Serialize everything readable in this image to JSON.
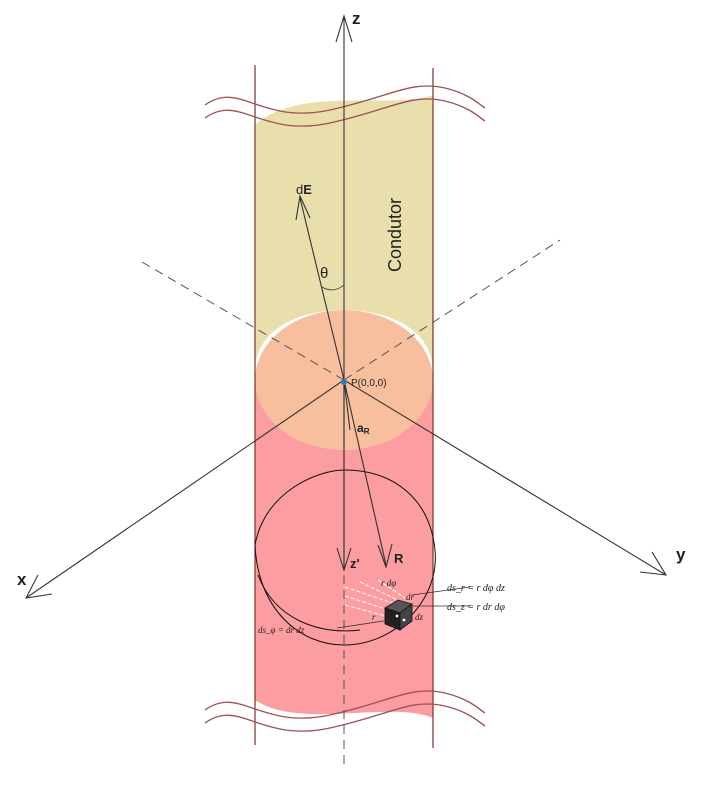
{
  "colors": {
    "upper_conductor": "#e8dfac",
    "lower_conductor": "#fc9da1",
    "disc": "#f8bf9e",
    "cut_lines": "#a05050",
    "wall_lines": "#7a3030",
    "axes": "#333333",
    "origin_dot": "#2a7fb0"
  },
  "labels": {
    "axis_z": "z",
    "axis_x": "x",
    "axis_y": "y",
    "conductor": "Condutor",
    "dE_prefix": "d",
    "dE_bold": "E",
    "theta": "θ",
    "origin": "P(0,0,0)",
    "aR_main": "a",
    "aR_sub": "R",
    "R": "R",
    "zprime": "z'",
    "ds_r": "ds_r = r dφ dz",
    "ds_z": "ds_z = r dr dφ",
    "ds_phi": "ds_φ = dr dz",
    "r_dphi": "r dφ",
    "dr": "dr",
    "dz": "dz",
    "r": "r"
  },
  "icons": {
    "volume_element": "cube-icon"
  }
}
